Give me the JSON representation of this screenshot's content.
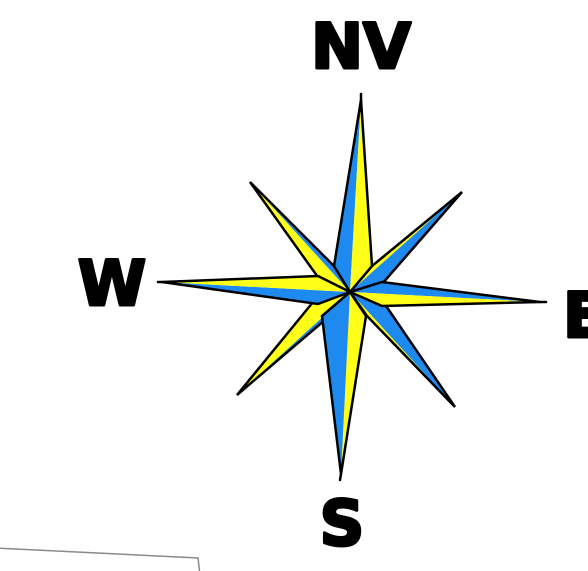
{
  "compass": {
    "labels": {
      "north": "NV",
      "west": "W",
      "east": "E",
      "south": "S"
    },
    "colors": {
      "blue": "#1e8af0",
      "yellow": "#ffff1a",
      "outline": "#000000",
      "paper_edge": "#8a8a8a"
    }
  }
}
